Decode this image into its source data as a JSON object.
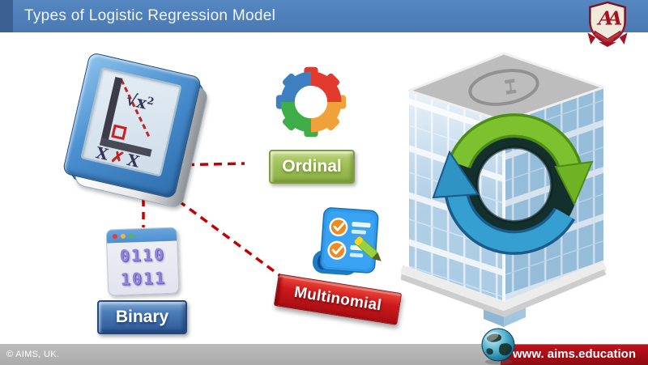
{
  "header": {
    "title": "Types of Logistic Regression Model",
    "bg_color": "#4e7fba"
  },
  "logo": {
    "monogram": "AA"
  },
  "book": {
    "formula_base": "√x",
    "formula_exp": "2",
    "marks": {
      "x1": "X",
      "x2": "✗",
      "x3": "X"
    }
  },
  "nodes": [
    {
      "id": "ordinal",
      "label": "Ordinal",
      "color": "#8fb246",
      "icon": "gear-icon"
    },
    {
      "id": "binary",
      "label": "Binary",
      "color": "#2f5b97",
      "icon": "binary-window-icon",
      "digits": {
        "line1": "0110",
        "line2": "1011"
      }
    },
    {
      "id": "multinomial",
      "label": "Multinomial",
      "color": "#a80e13",
      "icon": "checklist-icon"
    }
  ],
  "building": {
    "helipad": "H"
  },
  "footer": {
    "copyright": "© AIMS, UK.",
    "website": "www. aims.education",
    "bar_color": "#b3b3b3",
    "banner_color": "#a30d16"
  }
}
